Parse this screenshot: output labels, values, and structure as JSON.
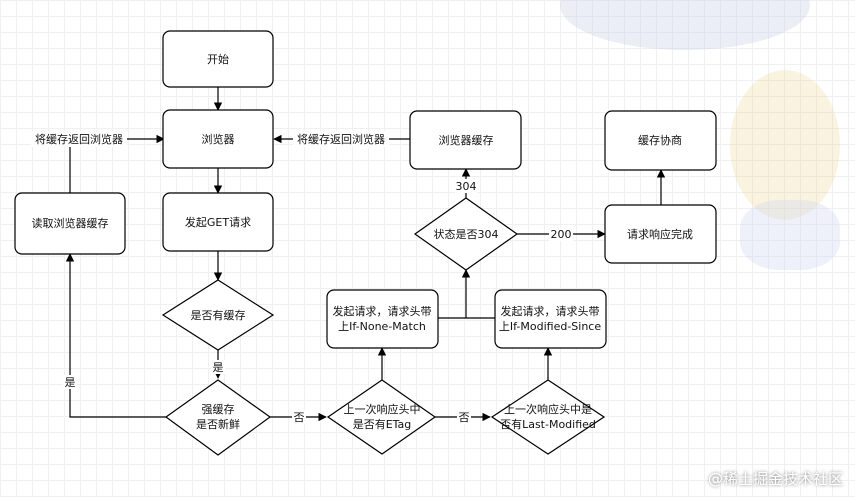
{
  "nodes": {
    "start": "开始",
    "browser": "浏览器",
    "send_get": "发起GET请求",
    "has_cache": "是否有缓存",
    "strong_fresh": [
      "强缓存",
      "是否新鲜"
    ],
    "read_cache": "读取浏览器缓存",
    "etag_check": [
      "上一次响应头中",
      "是否有ETag"
    ],
    "lm_check": [
      "上一次响应头中是",
      "否有Last-Modified"
    ],
    "req_inm": [
      "发起请求，请求头带",
      "上If-None-Match"
    ],
    "req_ims": [
      "发起请求，请求头带",
      "上If-Modified-Since"
    ],
    "status_304": "状态是否304",
    "browser_cache": "浏览器缓存",
    "resp_done": "请求响应完成",
    "negotiate": "缓存协商"
  },
  "edges": {
    "return_left": "将缓存返回浏览器",
    "return_right": "将缓存返回浏览器",
    "code_304": "304",
    "code_200": "200",
    "yes_1": "是",
    "yes_2": "是",
    "no_1": "否",
    "no_2": "否"
  },
  "watermark": "@稀土掘金技术社区",
  "colors": {
    "stroke": "#000000",
    "fill": "#ffffff",
    "grid": "#eef0f2"
  }
}
